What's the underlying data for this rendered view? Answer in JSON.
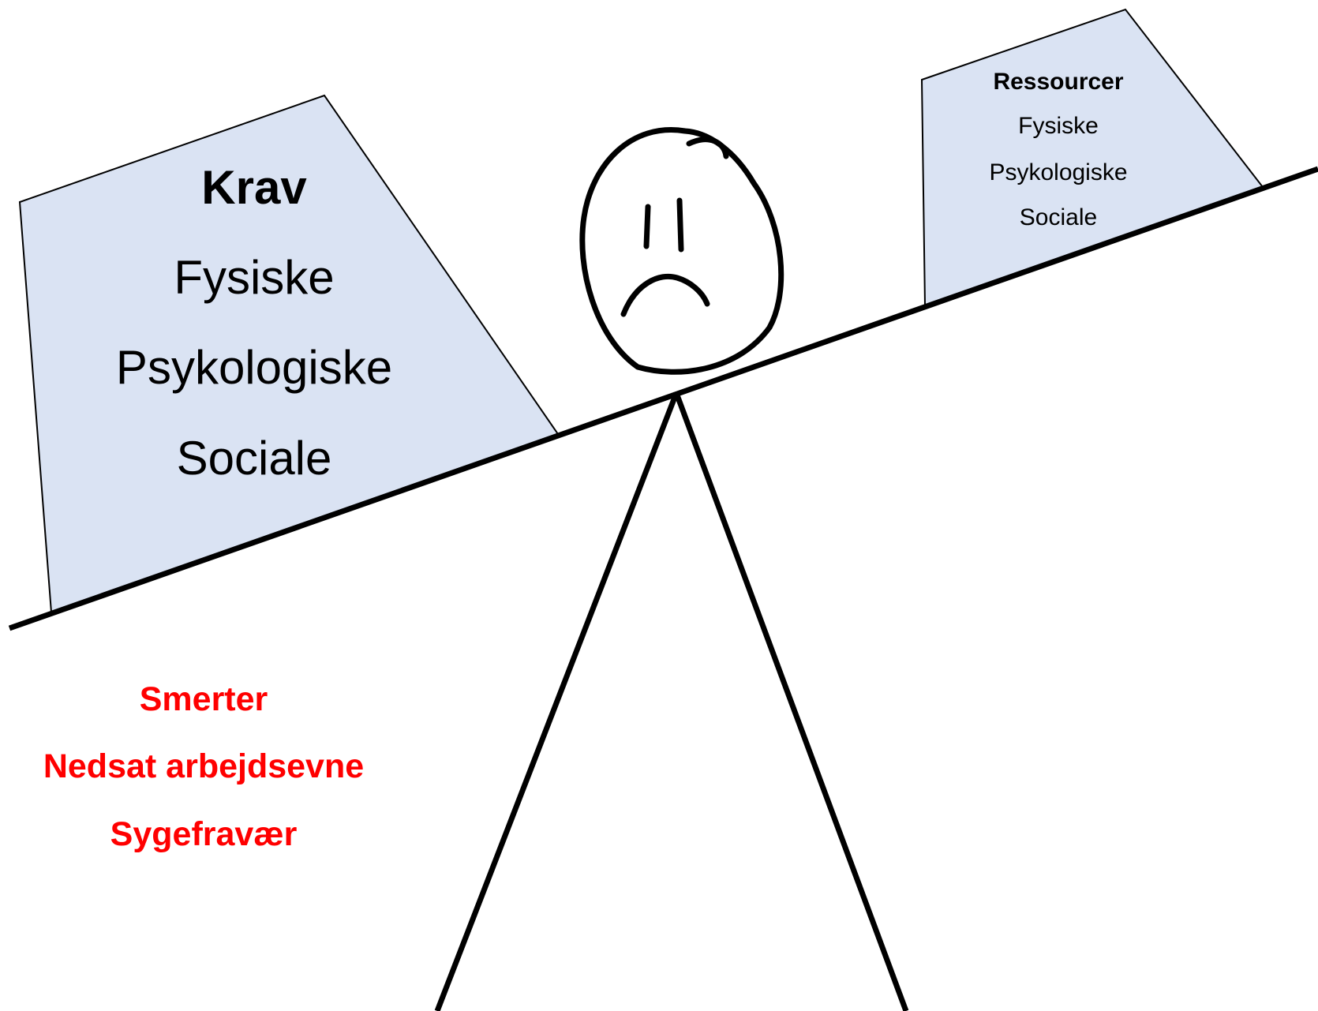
{
  "demands_box": {
    "title": "Krav",
    "items": [
      "Fysiske",
      "Psykologiske",
      "Sociale"
    ]
  },
  "resources_box": {
    "title": "Ressourcer",
    "items": [
      "Fysiske",
      "Psykologiske",
      "Sociale"
    ]
  },
  "consequences": {
    "items": [
      "Smerter",
      "Nedsat arbejdsevne",
      "Sygefravær"
    ]
  },
  "colors": {
    "box_fill": "#dae3f3",
    "line": "#000000",
    "consequence_text": "#ff0000",
    "background": "#ffffff"
  }
}
